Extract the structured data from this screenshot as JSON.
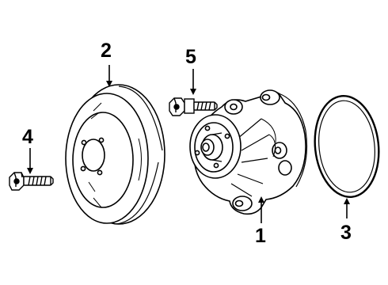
{
  "callouts": {
    "water_pump": "1",
    "pulley": "2",
    "gasket": "3",
    "pulley_bolt": "4",
    "pump_bolt": "5"
  },
  "colors": {
    "line": "#000000",
    "background": "#ffffff"
  }
}
